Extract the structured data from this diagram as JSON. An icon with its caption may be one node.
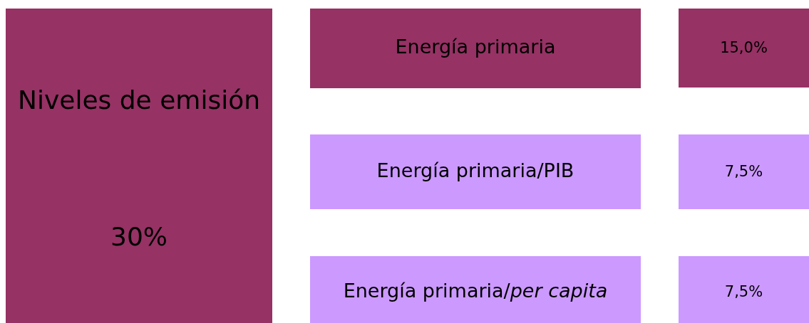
{
  "diagram": {
    "nodes": [
      {
        "text": [
          "Niveles de emisión",
          "30%"
        ]
      },
      {
        "text": [
          "Energía primaria"
        ]
      },
      {
        "text": [
          "15,0%"
        ]
      },
      {
        "text": [
          "Energía primaria/PIB"
        ]
      },
      {
        "text": [
          "7,5%"
        ]
      },
      {
        "text": [
          "Energía primaria/*per capita*"
        ]
      },
      {
        "text": [
          "7,5%"
        ]
      }
    ]
  }
}
